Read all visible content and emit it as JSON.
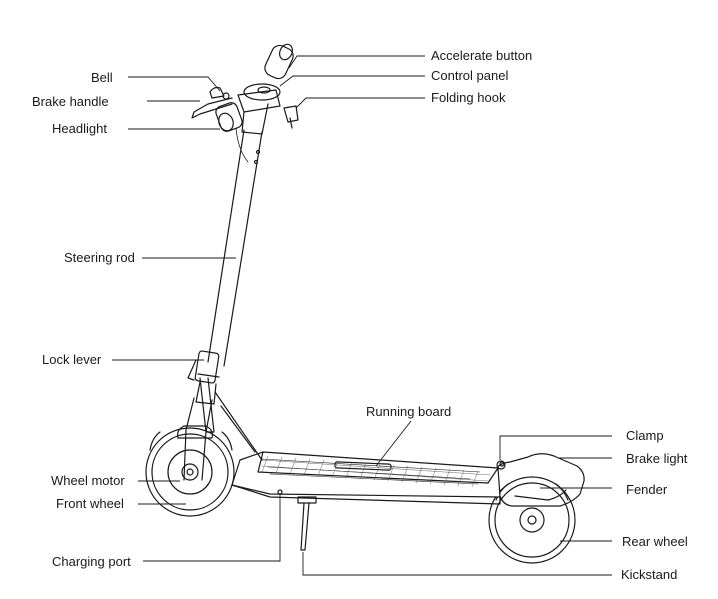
{
  "labels": {
    "bell": "Bell",
    "brake_handle": "Brake handle",
    "headlight": "Headlight",
    "steering_rod": "Steering rod",
    "lock_lever": "Lock lever",
    "wheel_motor": "Wheel motor",
    "front_wheel": "Front wheel",
    "charging_port": "Charging port",
    "accelerate_button": "Accelerate button",
    "control_panel": "Control panel",
    "folding_hook": "Folding hook",
    "running_board": "Running board",
    "clamp": "Clamp",
    "brake_light": "Brake light",
    "fender": "Fender",
    "rear_wheel": "Rear wheel",
    "kickstand": "Kickstand"
  }
}
